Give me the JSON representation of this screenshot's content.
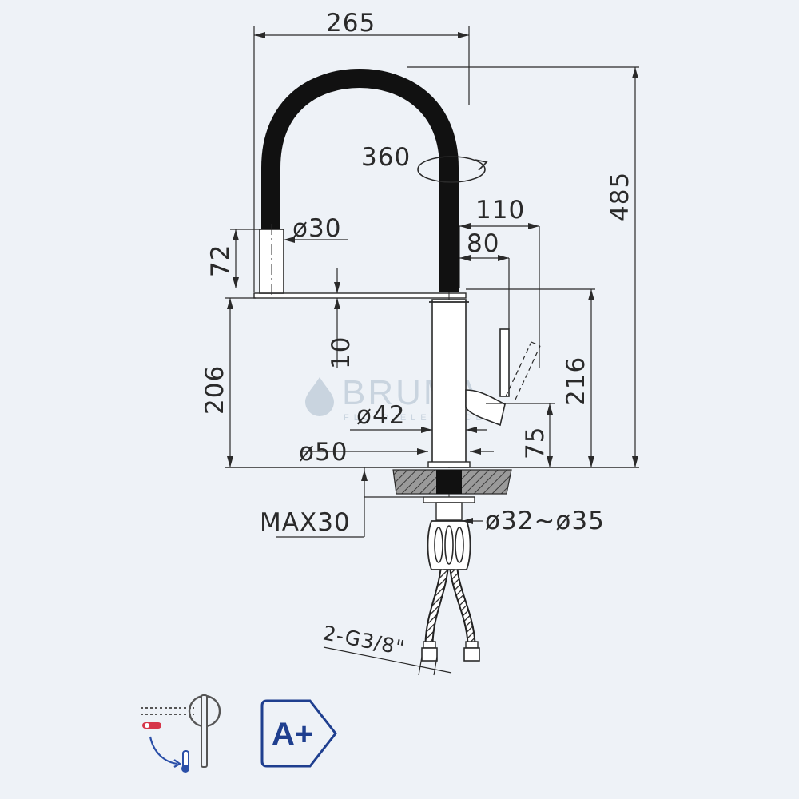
{
  "watermark": {
    "brand": "BRUMA",
    "tagline": "FLUID ELEGANCE"
  },
  "dimensions": {
    "width_top": "265",
    "total_height": "485",
    "rotation": "360",
    "reach_hose": "110",
    "reach_handle": "80",
    "pipe_diameter": "ø30",
    "pipe_height": "72",
    "spacer": "10",
    "body_height": "206",
    "handle_height": "216",
    "body_diameter": "ø42",
    "base_height": "75",
    "base_diameter": "ø50",
    "max_deck": "MAX30",
    "hole_diameter": "ø32~ø35",
    "connection": "2-G3/8\""
  },
  "badges": {
    "energy_label": "A+"
  },
  "icons": [
    "cold-start-icon",
    "energy-label-icon"
  ],
  "colors": {
    "hose": "#111111",
    "line": "#2a2a2a",
    "badge": "#1f3f8f",
    "hot": "#d6364a",
    "background": "#eef2f7"
  }
}
